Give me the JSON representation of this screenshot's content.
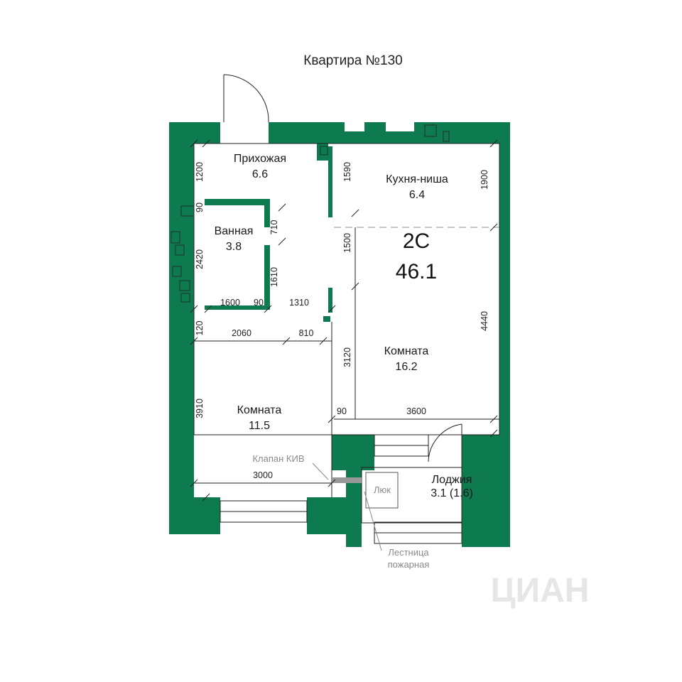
{
  "title": "Квартира №130",
  "apartment": {
    "type": "2С",
    "area": "46.1"
  },
  "rooms": {
    "hall": {
      "name": "Прихожая",
      "area": "6.6"
    },
    "kitchen": {
      "name": "Кухня-ниша",
      "area": "6.4"
    },
    "bath": {
      "name": "Ванная",
      "area": "3.8"
    },
    "room_big": {
      "name": "Комната",
      "area": "16.2"
    },
    "room_small": {
      "name": "Комната",
      "area": "11.5"
    },
    "loggia": {
      "name": "Лоджия",
      "area": "3.1 (1.6)"
    }
  },
  "dimensions": {
    "d1200": "1200",
    "d90a": "90",
    "d2420": "2420",
    "d710": "710",
    "d1610": "1610",
    "d1600": "1600",
    "d90b": "90",
    "d1310": "1310",
    "d120": "120",
    "d2060": "2060",
    "d810": "810",
    "d3910": "3910",
    "d3000": "3000",
    "d1590": "1590",
    "d1500": "1500",
    "d3120": "3120",
    "d90c": "90",
    "d3600": "3600",
    "d1900": "1900",
    "d4440": "4440"
  },
  "notes": {
    "valve": "Клапан КИВ",
    "hatch": "Люк",
    "ladder1": "Лестница",
    "ladder2": "пожарная"
  },
  "watermark": "ЦИАН",
  "colors": {
    "wall": "#0d7a4f",
    "line": "#222222",
    "note": "#8a8a8a"
  }
}
